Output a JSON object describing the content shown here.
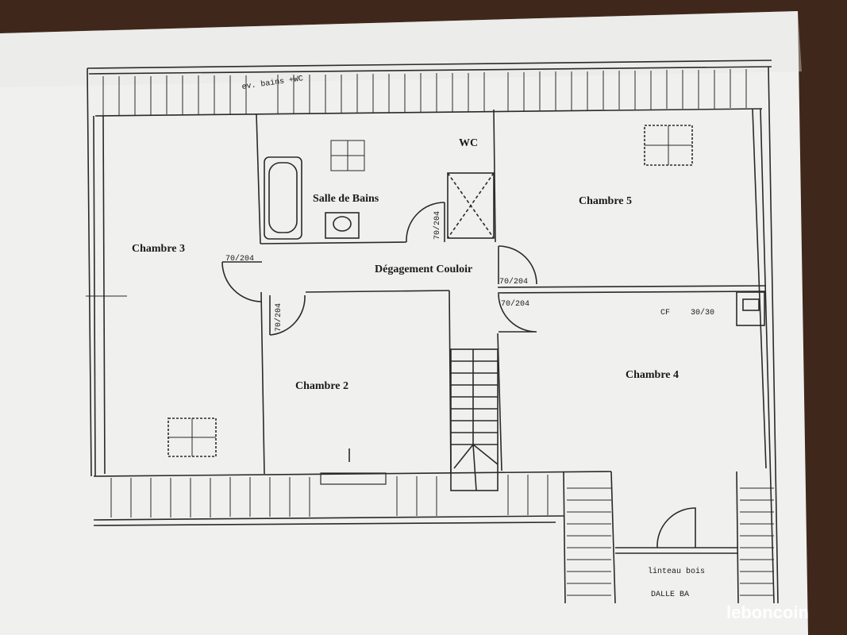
{
  "plan": {
    "rooms": {
      "chambre3": "Chambre 3",
      "chambre2": "Chambre 2",
      "chambre5": "Chambre 5",
      "chambre4": "Chambre 4",
      "salle_de_bains": "Salle de Bains",
      "wc": "WC",
      "degagement": "Dégagement Couloir"
    },
    "annotations": {
      "ev_bains_wc": "ev. bains +WC",
      "door_size": "70/204",
      "cf": "CF",
      "cf_size": "30/30",
      "linteau": "linteau bois",
      "dalle": "DALLE BA"
    }
  },
  "watermark": {
    "brand": "leboncoin"
  },
  "colors": {
    "paper": "#f2f2f0",
    "ink": "#2a2a2a",
    "table": "#3a2519"
  }
}
